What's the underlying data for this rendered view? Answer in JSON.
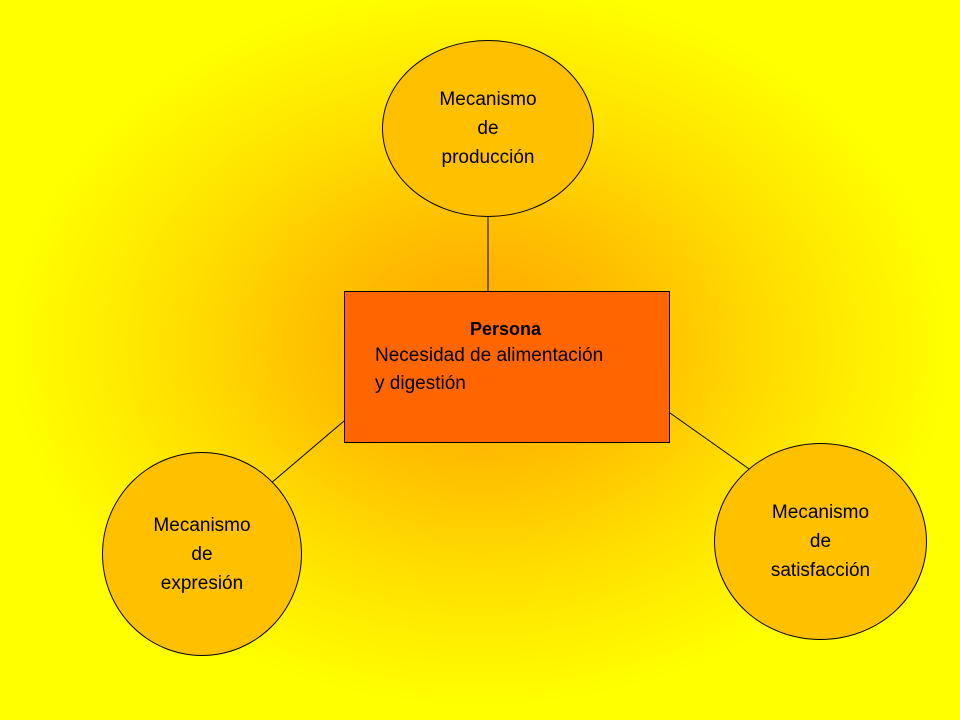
{
  "diagram": {
    "center": {
      "title": "Persona",
      "line1": "Necesidad de alimentación",
      "line2": "y digestión"
    },
    "nodes": {
      "top": {
        "line1": "Mecanismo",
        "line2": "de",
        "line3": "producción"
      },
      "left": {
        "line1": "Mecanismo",
        "line2": "de",
        "line3": "expresión"
      },
      "right": {
        "line1": "Mecanismo",
        "line2": "de",
        "line3": "satisfacción"
      }
    },
    "colors": {
      "background_outer": "#ffff00",
      "background_inner": "#ffa400",
      "ellipse_fill": "#ffc000",
      "center_fill": "#ff6600",
      "stroke": "#000000"
    }
  }
}
